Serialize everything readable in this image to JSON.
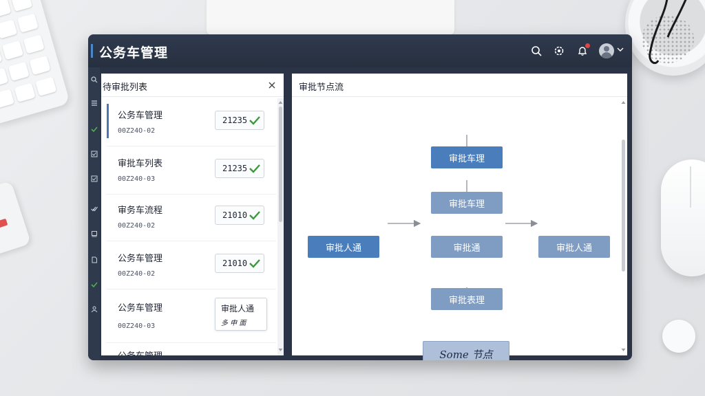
{
  "app": {
    "title": "公务车管理",
    "accent_color": "#4a86c8"
  },
  "header": {
    "icons": [
      "search-icon",
      "settings-icon",
      "bell-icon",
      "avatar",
      "chevron-down-icon"
    ],
    "notification_badge_color": "#e04444"
  },
  "rail": {
    "icons": [
      "search-icon",
      "list-icon",
      "check-icon",
      "checkbox-icon",
      "checkbox-icon",
      "check-double-icon",
      "cart-icon",
      "document-icon",
      "check-icon",
      "user-icon"
    ]
  },
  "left_panel": {
    "title": "待审批列表",
    "items": [
      {
        "title": "公务车管理",
        "date": "00Z24O-02",
        "value": "21235"
      },
      {
        "title": "审批车列表",
        "date": "00Z240-03",
        "value": "21235"
      },
      {
        "title": "审务车流程",
        "date": "00Z240-02",
        "value": "21010"
      },
      {
        "title": "公务车管理",
        "date": "00Z240-02",
        "value": "21010"
      },
      {
        "title": "公务车管理",
        "date": "00Z240-03",
        "value_line1": "审批人通",
        "value_line2": "多 申 面"
      }
    ],
    "last_item_partial": "公务车管理"
  },
  "right_panel": {
    "title": "审批节点流",
    "nodes": {
      "top": "审批车理",
      "second": "审批车理",
      "left": "审批人通",
      "center": "审批通",
      "right": "审批人通",
      "fourth": "审批表理",
      "signature": "Some 节点"
    }
  },
  "colors": {
    "node_dark": "#4a7dbb",
    "node_light": "#7f9cc3",
    "check_green": "#3a9a3a"
  }
}
